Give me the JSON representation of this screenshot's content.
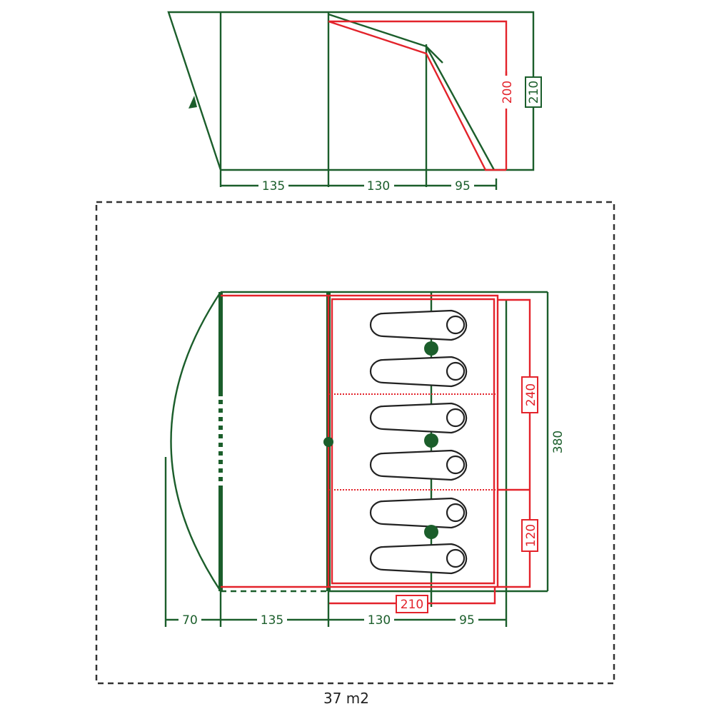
{
  "colors": {
    "green": "#1b5e2b",
    "red": "#e3232b"
  },
  "side_view": {
    "height_outer": "210",
    "height_inner": "200",
    "widths": [
      "135",
      "130",
      "95"
    ]
  },
  "floor_plan": {
    "depth_total": "380",
    "inner_depth_top": "240",
    "inner_depth_bottom": "120",
    "inner_width": "210",
    "widths": [
      "70",
      "135",
      "130",
      "95"
    ],
    "sleeping_bag_count": 6
  },
  "area_label": "37 m2"
}
